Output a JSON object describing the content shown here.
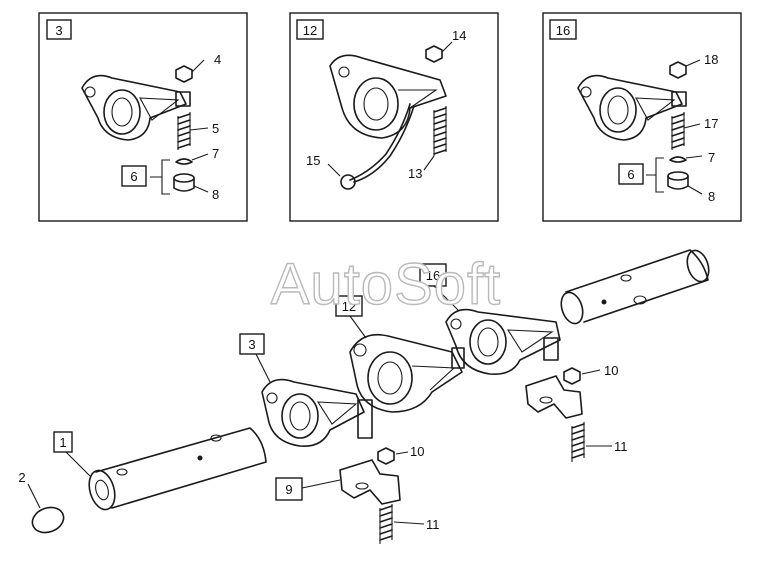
{
  "watermark": "AutoSoft",
  "insets": [
    {
      "id": "inset-3",
      "title": "3",
      "labels": {
        "nut": "4",
        "spring": "5",
        "group": "6",
        "clip": "7",
        "cap": "8"
      }
    },
    {
      "id": "inset-12",
      "title": "12",
      "labels": {
        "nut": "14",
        "screw": "13",
        "wire": "15"
      }
    },
    {
      "id": "inset-16",
      "title": "16",
      "labels": {
        "nut": "18",
        "spring": "17",
        "group": "6",
        "clip": "7",
        "cap": "8"
      }
    }
  ],
  "main": {
    "labels": {
      "shaft": "1",
      "plug": "2",
      "rocker_3": "3",
      "rocker_12": "12",
      "rocker_16": "16",
      "bracket": "9",
      "nut_front": "10",
      "bolt_front": "11",
      "nut_rear": "10",
      "bolt_rear": "11"
    }
  },
  "colors": {
    "ink": "#1a1a1a",
    "paper": "#ffffff",
    "watermark_outline": "#b9b9b9"
  }
}
